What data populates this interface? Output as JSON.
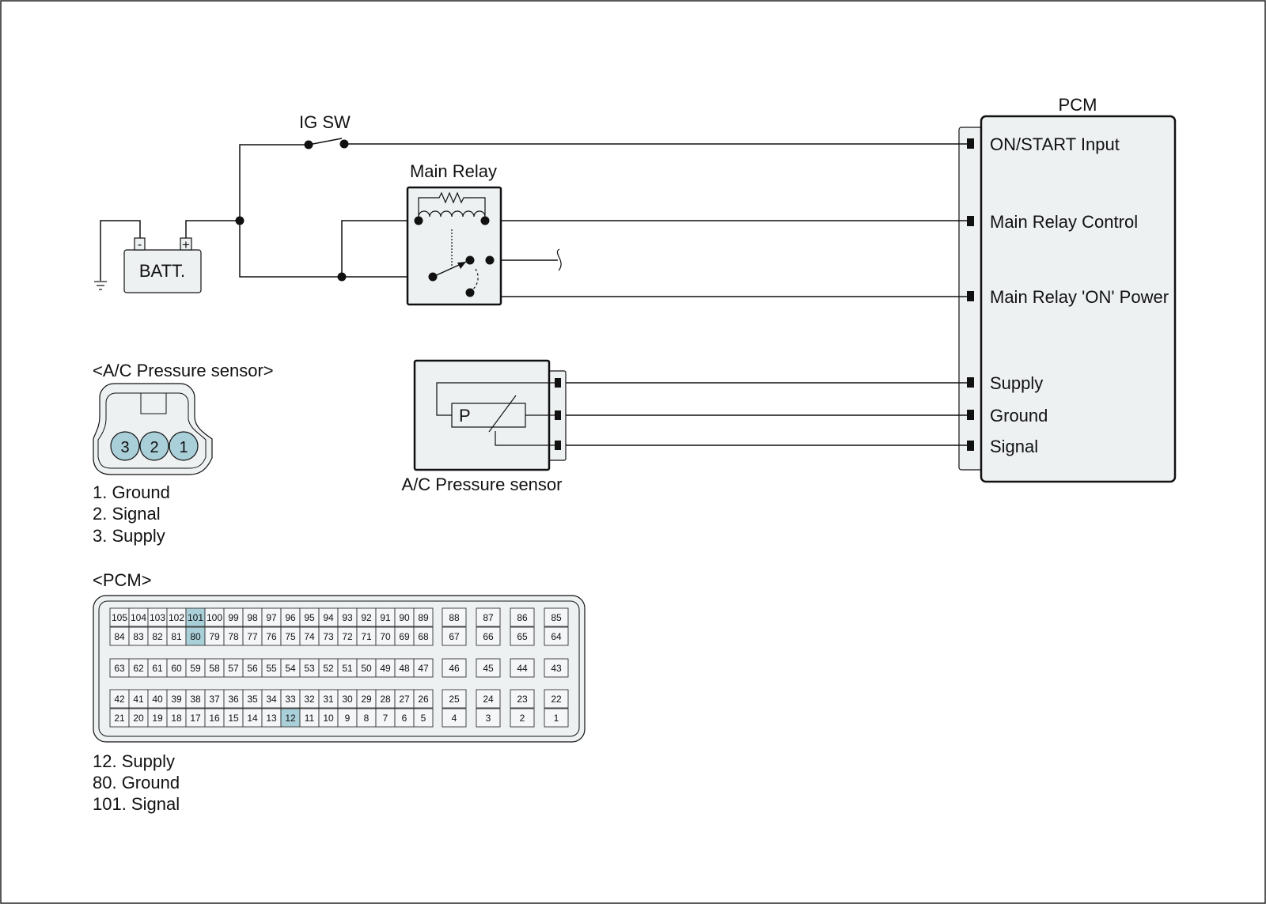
{
  "colors": {
    "background": "#ffffff",
    "component_fill": "#eef1f2",
    "highlight": "#a9cfd9",
    "line": "#111111"
  },
  "components": {
    "pcm": {
      "title": "PCM",
      "pins": [
        "ON/START Input",
        "Main Relay Control",
        "Main Relay 'ON' Power",
        "Supply",
        "Ground",
        "Signal"
      ]
    },
    "ig_switch": {
      "label": "IG SW"
    },
    "main_relay": {
      "label": "Main Relay"
    },
    "battery": {
      "label": "BATT.",
      "neg": "-",
      "pos": "+"
    },
    "ac_sensor": {
      "label": "A/C Pressure sensor",
      "element": "P"
    }
  },
  "sensor_connector": {
    "title": "<A/C Pressure sensor>",
    "pins": [
      "3",
      "2",
      "1"
    ],
    "legend": [
      "1. Ground",
      "2. Signal",
      "3. Supply"
    ]
  },
  "pcm_connector": {
    "title": "<PCM>",
    "highlighted": [
      "101",
      "80",
      "12"
    ],
    "rows": [
      {
        "main": [
          "105",
          "104",
          "103",
          "102",
          "101",
          "100",
          "99",
          "98",
          "97",
          "96",
          "95",
          "94",
          "93",
          "92",
          "91",
          "90",
          "89"
        ],
        "side": [
          "88",
          "87",
          "86",
          "85"
        ]
      },
      {
        "main": [
          "84",
          "83",
          "82",
          "81",
          "80",
          "79",
          "78",
          "77",
          "76",
          "75",
          "74",
          "73",
          "72",
          "71",
          "70",
          "69",
          "68"
        ],
        "side": [
          "67",
          "66",
          "65",
          "64"
        ]
      },
      {
        "main": [
          "63",
          "62",
          "61",
          "60",
          "59",
          "58",
          "57",
          "56",
          "55",
          "54",
          "53",
          "52",
          "51",
          "50",
          "49",
          "48",
          "47"
        ],
        "side": [
          "46",
          "45",
          "44",
          "43"
        ]
      },
      {
        "main": [
          "42",
          "41",
          "40",
          "39",
          "38",
          "37",
          "36",
          "35",
          "34",
          "33",
          "32",
          "31",
          "30",
          "29",
          "28",
          "27",
          "26"
        ],
        "side": [
          "25",
          "24",
          "23",
          "22"
        ]
      },
      {
        "main": [
          "21",
          "20",
          "19",
          "18",
          "17",
          "16",
          "15",
          "14",
          "13",
          "12",
          "11",
          "10",
          "9",
          "8",
          "7",
          "6",
          "5"
        ],
        "side": [
          "4",
          "3",
          "2",
          "1"
        ]
      }
    ],
    "legend": [
      "12. Supply",
      "80. Ground",
      "101. Signal"
    ]
  }
}
